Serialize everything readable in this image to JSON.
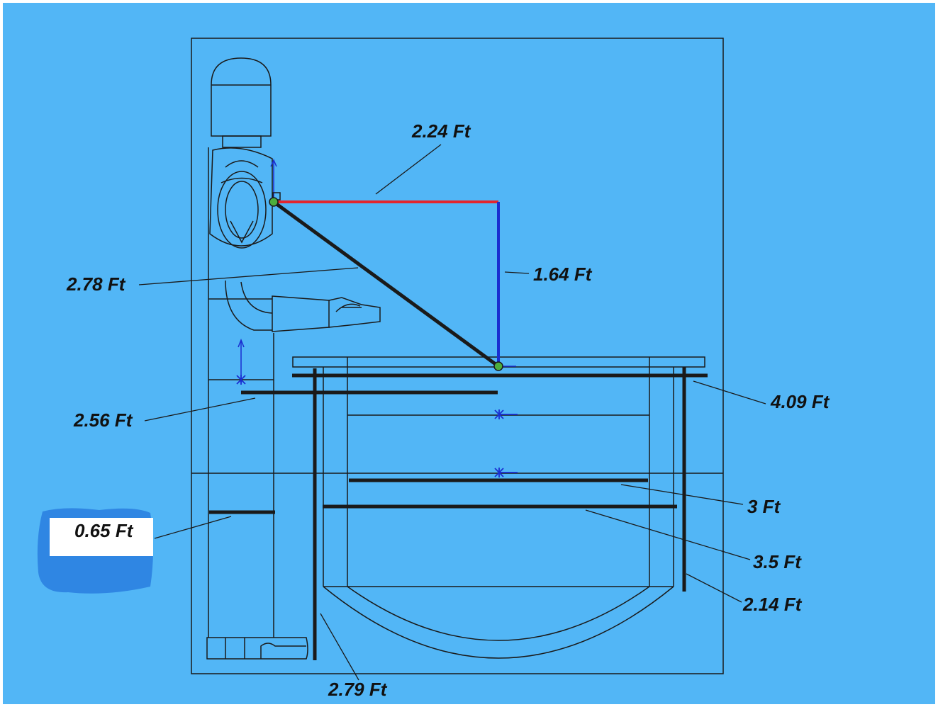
{
  "colors": {
    "background": "#52b6f6",
    "frame": "#ffffff",
    "outline": "#1a1a1a",
    "dimension_red": "#e3262e",
    "dimension_blue": "#1a2ed0",
    "marker_green": "#4cae3c",
    "label_box": "#ffffff",
    "label_blob": "#2f86e3"
  },
  "icons": [
    "green-node-icon",
    "blue-axis-arrow-icon",
    "blue-asterisk-marker-icon"
  ],
  "dimensions": {
    "horizontal_reach": "2.24 Ft",
    "vertical_reach": "1.64 Ft",
    "diagonal_reach": "2.78 Ft",
    "seat_height": "2.56 Ft",
    "foot_offset": "0.65 Ft",
    "table_top_width": "4.09 Ft",
    "mid_shelf_width": "3 Ft",
    "lower_shelf_width": "3.5 Ft",
    "right_leg_height": "2.14 Ft",
    "left_leg_height": "2.79 Ft"
  }
}
